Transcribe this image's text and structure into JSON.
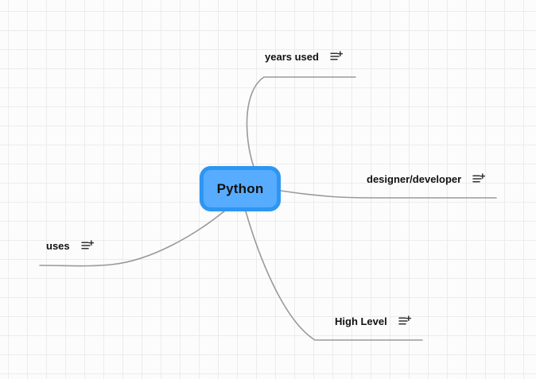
{
  "root_node": {
    "label": "Python",
    "fill_color": "#57acff",
    "border_color": "#2d96f2",
    "text_color": "#111111"
  },
  "branches": [
    {
      "label": "years used",
      "icon": "add-notes-icon"
    },
    {
      "label": "designer/developer",
      "icon": "add-notes-icon"
    },
    {
      "label": "uses",
      "icon": "add-notes-icon"
    },
    {
      "label": "High Level",
      "icon": "add-notes-icon"
    }
  ],
  "colors": {
    "connector": "#9a9a9a",
    "grid": "#ececec",
    "background": "#fcfcfc",
    "label_text": "#111111"
  }
}
